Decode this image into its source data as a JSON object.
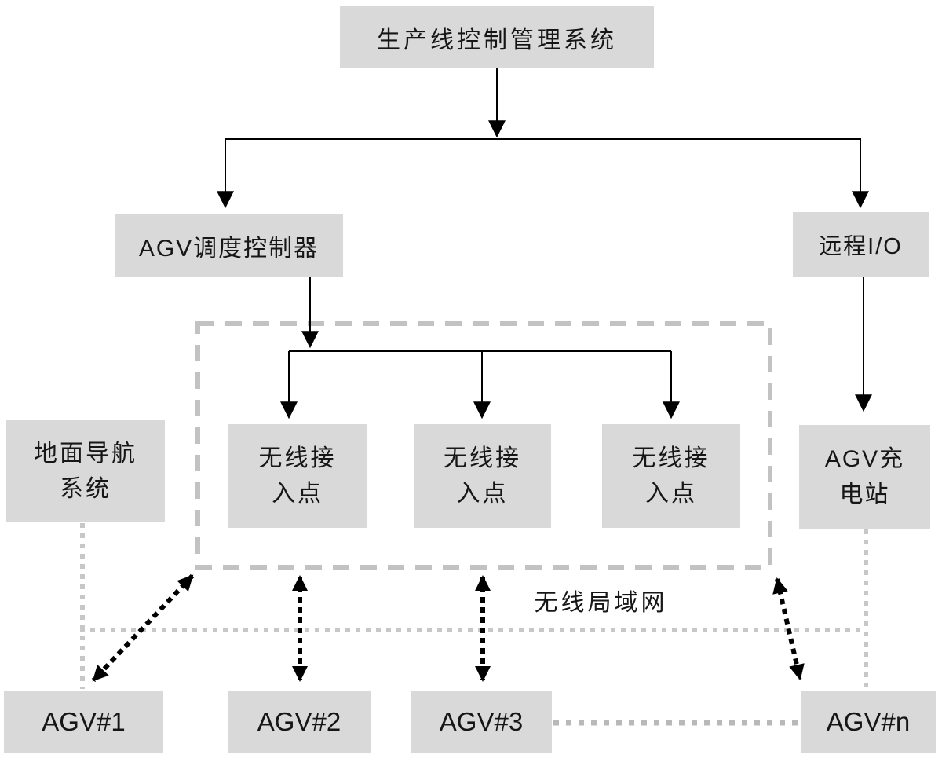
{
  "diagram": {
    "title_hint": "AGV production line control system architecture",
    "nodes": {
      "production_system": {
        "label": "生产线控制管理系统"
      },
      "agv_controller": {
        "label": "AGV调度控制器"
      },
      "remote_io": {
        "label": "远程I/O"
      },
      "ground_nav": {
        "line1": "地面导航",
        "line2": "系统"
      },
      "ap1": {
        "line1": "无线接",
        "line2": "入点"
      },
      "ap2": {
        "line1": "无线接",
        "line2": "入点"
      },
      "ap3": {
        "line1": "无线接",
        "line2": "入点"
      },
      "charger": {
        "line1": "AGV充",
        "line2": "电站"
      },
      "agv1": {
        "label": "AGV#1"
      },
      "agv2": {
        "label": "AGV#2"
      },
      "agv3": {
        "label": "AGV#3"
      },
      "agvn": {
        "label": "AGV#n"
      }
    },
    "labels": {
      "wlan": "无线局域网"
    },
    "colors": {
      "box_fill": "#d9d9d9",
      "dashed_border": "#c2c2c2",
      "dotted_light": "#c7c7c7",
      "dotted_medium": "#b9b9b9",
      "line_black": "#000000",
      "text": "#161616"
    }
  }
}
